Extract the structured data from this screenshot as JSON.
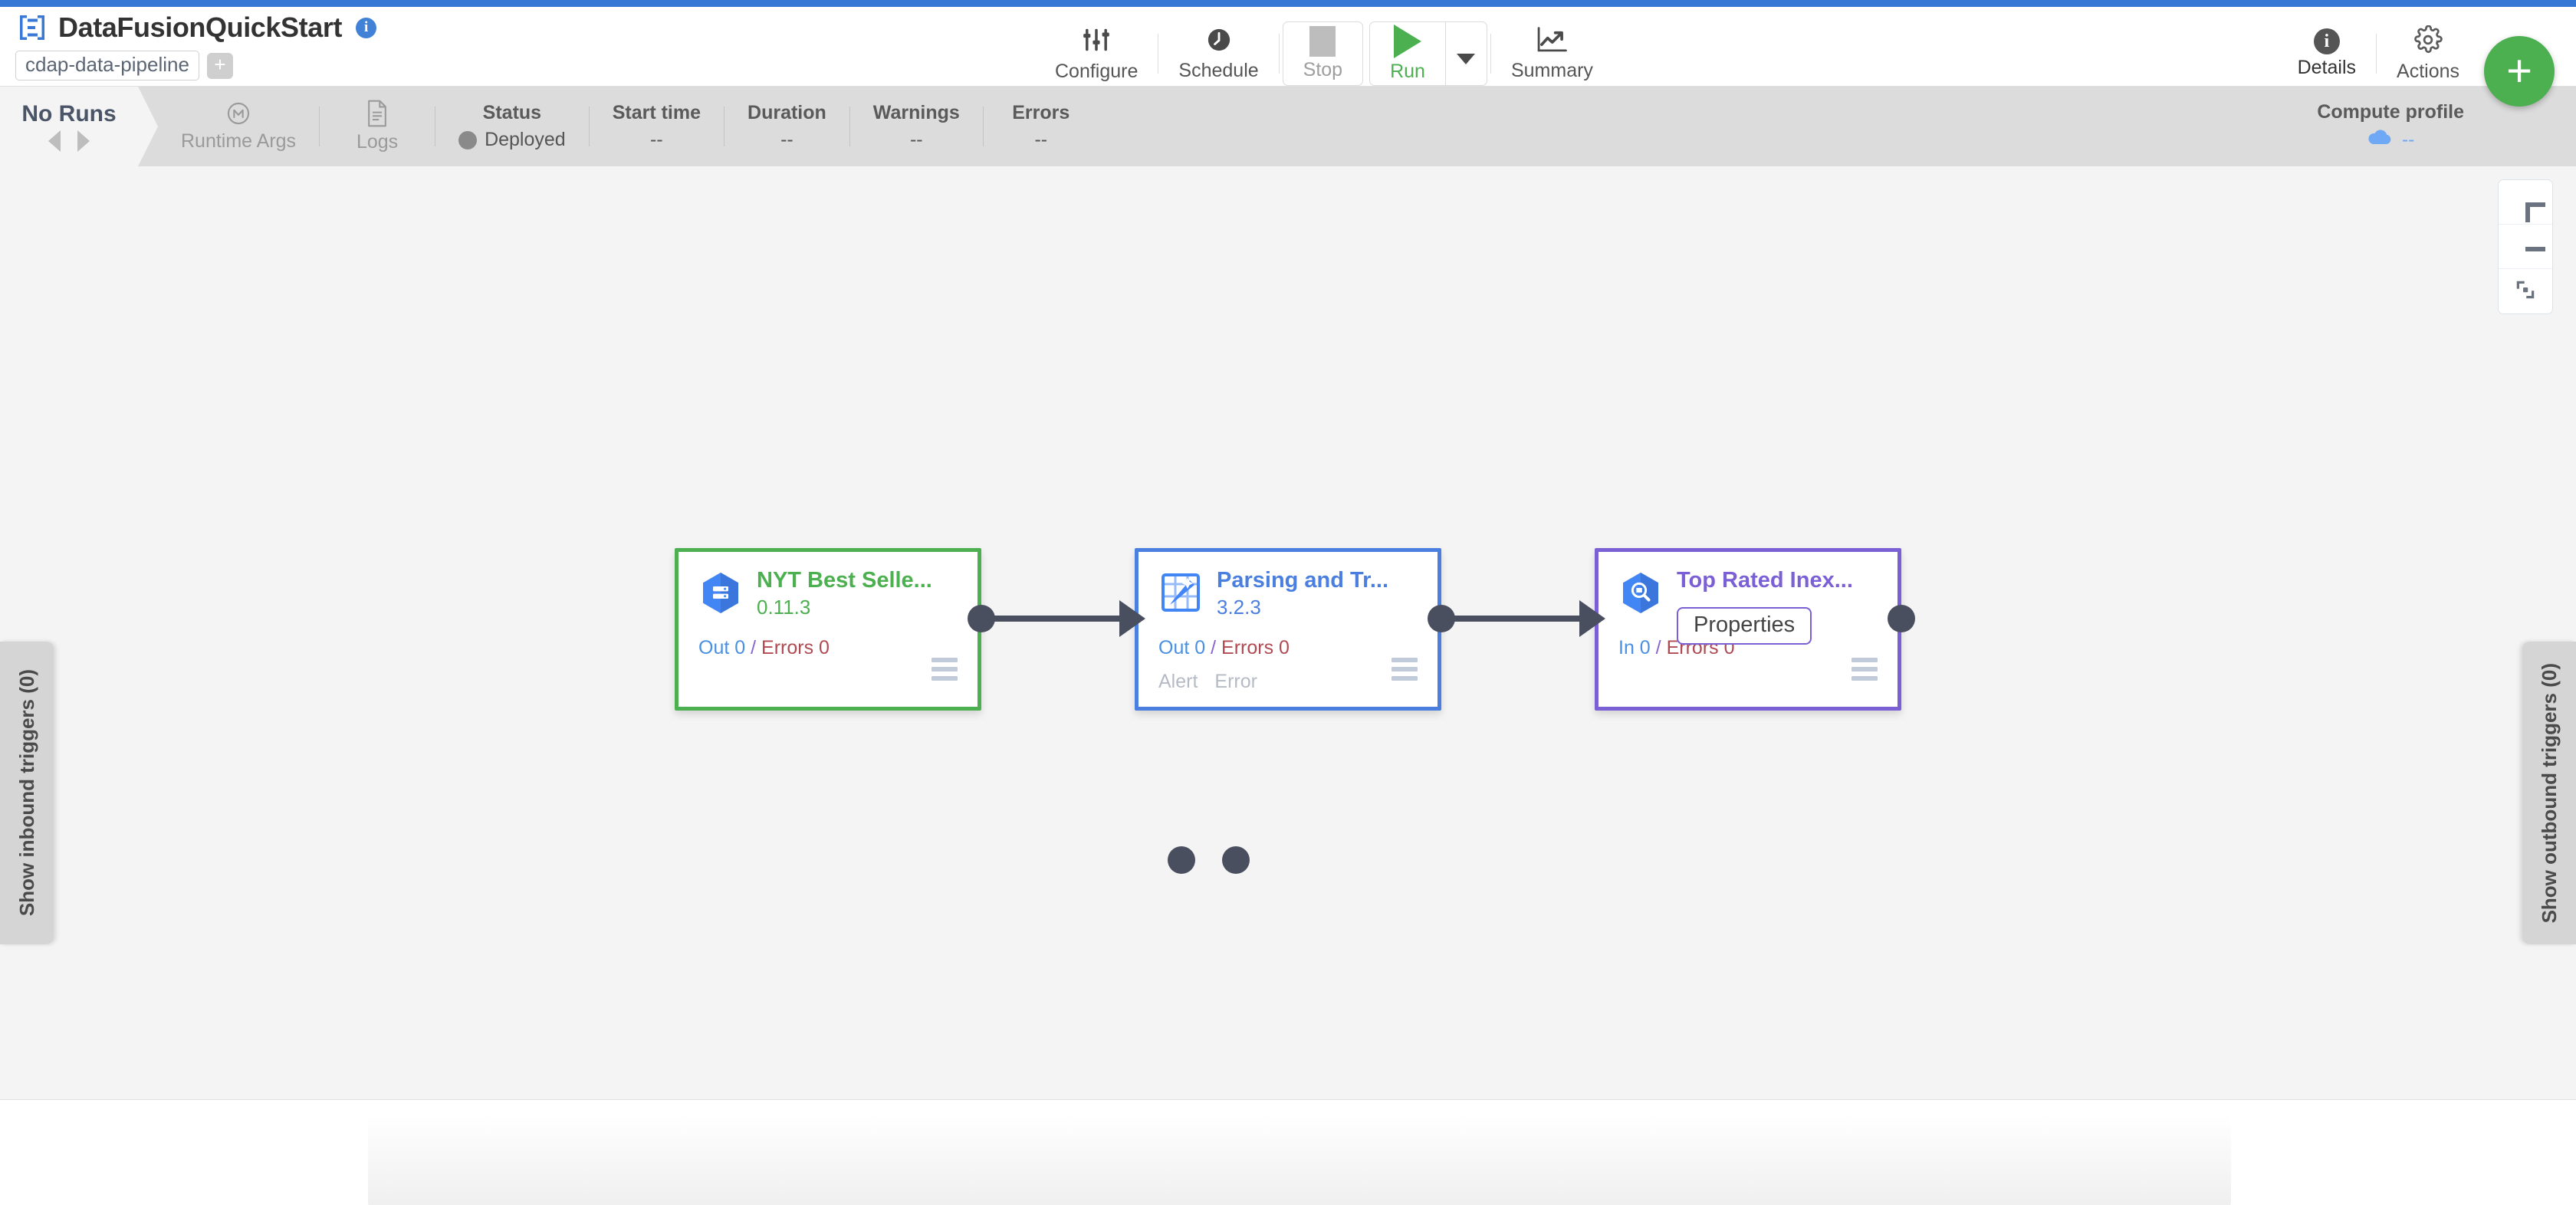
{
  "header": {
    "logo_icon": "data-fusion-logo-icon",
    "title": "DataFusionQuickStart",
    "info_icon": "info-icon",
    "pipeline_type": "cdap-data-pipeline",
    "add_tag_label": "+",
    "toolbar": [
      {
        "name": "configure",
        "icon": "sliders-icon",
        "label": "Configure"
      },
      {
        "name": "schedule",
        "icon": "clock-icon",
        "label": "Schedule"
      },
      {
        "name": "stop",
        "icon": "stop-square-icon",
        "label": "Stop"
      },
      {
        "name": "run",
        "icon": "play-triangle-icon",
        "label": "Run"
      },
      {
        "name": "summary",
        "icon": "line-chart-icon",
        "label": "Summary"
      }
    ],
    "toolbar_right": [
      {
        "name": "details",
        "icon": "info-circle-icon",
        "label": "Details"
      },
      {
        "name": "actions",
        "icon": "gear-icon",
        "label": "Actions"
      }
    ],
    "fab_label": "+",
    "fab_color": "#4caf50"
  },
  "statusbar": {
    "runs_label": "No Runs",
    "prev_icon": "chevron-left-icon",
    "next_icon": "chevron-right-icon",
    "cells": [
      {
        "name": "runtime-args",
        "icon": "macro-icon",
        "head": "Runtime Args",
        "value": "",
        "muted": true
      },
      {
        "name": "logs",
        "icon": "document-icon",
        "head": "Logs",
        "value": "",
        "muted": true
      },
      {
        "name": "status",
        "icon": "",
        "head": "Status",
        "value": "Deployed",
        "muted": false
      },
      {
        "name": "start-time",
        "icon": "",
        "head": "Start time",
        "value": "--",
        "muted": false
      },
      {
        "name": "duration",
        "icon": "",
        "head": "Duration",
        "value": "--",
        "muted": false
      },
      {
        "name": "warnings",
        "icon": "",
        "head": "Warnings",
        "value": "--",
        "muted": false
      },
      {
        "name": "errors",
        "icon": "",
        "head": "Errors",
        "value": "--",
        "muted": false
      }
    ],
    "compute_head": "Compute profile",
    "compute_value": "--",
    "compute_icon": "cloud-icon"
  },
  "canvas": {
    "trigger_left_label": "Show inbound triggers (0)",
    "trigger_right_label": "Show outbound triggers (0)",
    "zoom_controls": [
      {
        "name": "zoom-in-button",
        "icon": "plus-icon"
      },
      {
        "name": "zoom-out-button",
        "icon": "minus-icon"
      },
      {
        "name": "fit-to-screen-button",
        "icon": "fit-screen-icon"
      }
    ],
    "nodes": [
      {
        "id": "node-source",
        "icon": "bigquery-table-icon",
        "title": "NYT Best Selle...",
        "version": "0.11.3",
        "metrics": {
          "in_out_label": "Out 0",
          "separator": "/",
          "errors_label": "Errors 0"
        },
        "ports": [],
        "color": "#4caf50",
        "menu_icon": "hamburger-menu-icon"
      },
      {
        "id": "node-transform",
        "icon": "wrangler-magic-icon",
        "title": "Parsing and Tr...",
        "version": "3.2.3",
        "metrics": {
          "in_out_label": "Out 0",
          "separator": "/",
          "errors_label": "Errors 0"
        },
        "ports": [
          "Alert",
          "Error"
        ],
        "color": "#4a7fe0",
        "menu_icon": "hamburger-menu-icon"
      },
      {
        "id": "node-sink",
        "icon": "bigquery-search-icon",
        "title": "Top Rated Inex...",
        "version": "",
        "properties_button": "Properties",
        "metrics": {
          "in_out_label": "In 0",
          "separator": "/",
          "errors_label": "Errors 0"
        },
        "ports": [],
        "color": "#7b5fd4",
        "menu_icon": "hamburger-menu-icon"
      }
    ]
  }
}
